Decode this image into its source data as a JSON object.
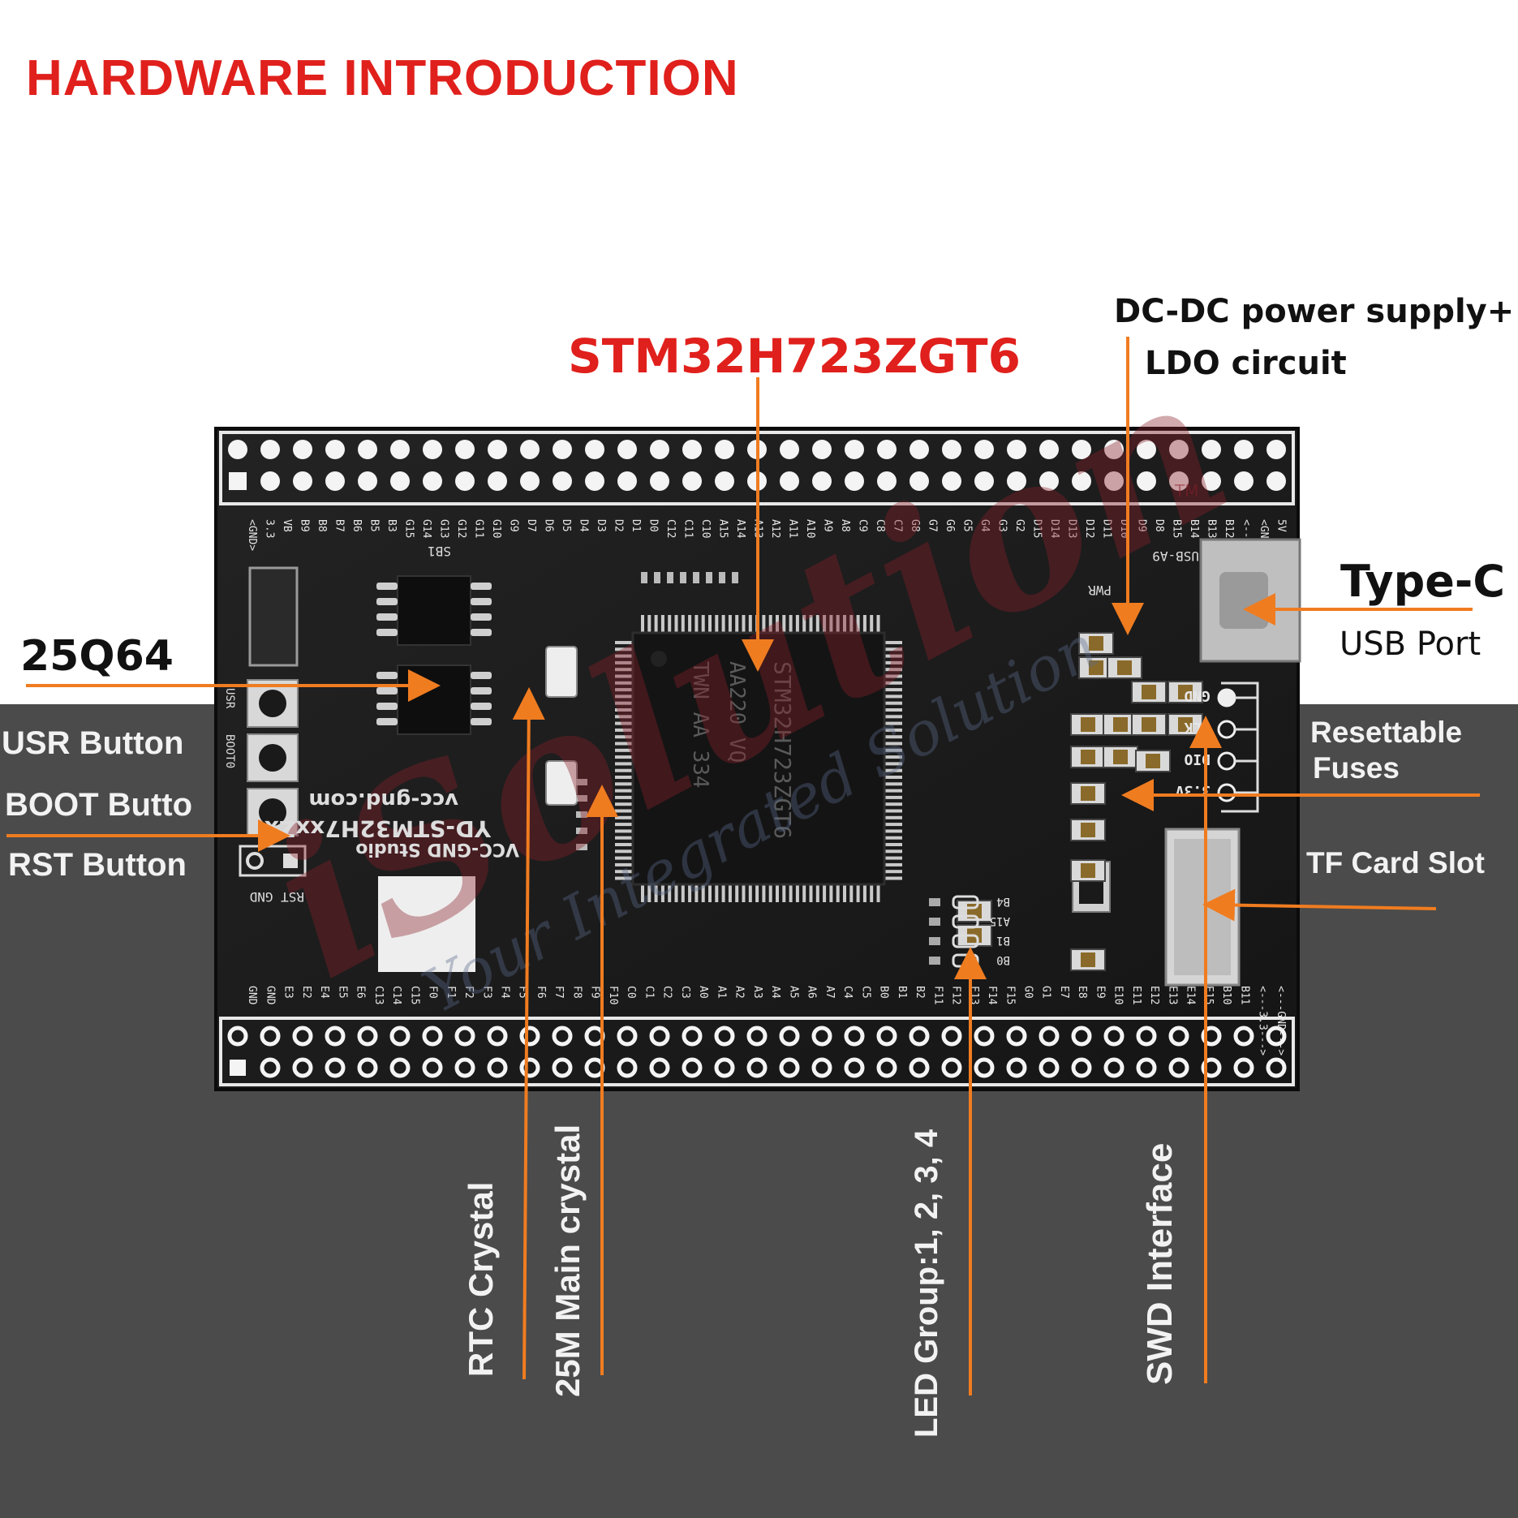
{
  "title": "HARDWARE INTRODUCTION",
  "mcu_label": "STM32H723ZGT6",
  "callouts": {
    "dcdc_line1": "DC-DC power supply+",
    "dcdc_line2": "LDO circuit",
    "typec_line1": "Type-C",
    "typec_line2": "USB Port",
    "flash": "25Q64",
    "usr_button": "USR Button",
    "boot_button": "BOOT Butto",
    "rst_button": "RST Button",
    "fuses_line1": "Resettable",
    "fuses_line2": "Fuses",
    "tf_card": "TF Card Slot",
    "rtc_crystal": "RTC Crystal",
    "main_crystal": "25M Main crystal",
    "led_group": "LED Group:1, 2, 3, 4",
    "swd": "SWD Interface"
  },
  "board_silkscreen": {
    "model": "YD-STM32H7xxZx",
    "website": "vcc-gnd.com",
    "studio": "VCC-GND Studio",
    "chip_text": "STM32H723ZGT6",
    "usb_label": "USB-A9",
    "pwr": "PWR",
    "sb1": "SB1",
    "usr": "USR",
    "boot0": "BOOT0",
    "rst_gnd": "RST GND",
    "swd_pins": [
      "GND",
      "CLK",
      "DIO",
      "3.3V"
    ],
    "led_pins": [
      "B4",
      "A15",
      "B1",
      "B0"
    ],
    "top_pins": [
      "<GND>",
      "3.3",
      "VB",
      "B9",
      "B8",
      "B7",
      "B6",
      "B5",
      "B3",
      "G15",
      "G14",
      "G13",
      "G12",
      "G11",
      "G10",
      "G9",
      "D7",
      "D6",
      "D5",
      "D4",
      "D3",
      "D2",
      "D1",
      "D0",
      "C12",
      "C11",
      "C10",
      "A15",
      "A14",
      "A13",
      "A12",
      "A11",
      "A10",
      "A9",
      "A8",
      "C9",
      "C8",
      "C7",
      "G8",
      "G7",
      "G6",
      "G5",
      "G4",
      "G3",
      "G2",
      "D15",
      "D14",
      "D13",
      "D12",
      "D11",
      "D10",
      "D9",
      "D8",
      "B15",
      "B14",
      "B13",
      "B12",
      "<---GND--->",
      "<GND>",
      "5V"
    ],
    "bottom_pins": [
      "GND",
      "GND",
      "E3",
      "E2",
      "E4",
      "E5",
      "E6",
      "C13",
      "C14",
      "C15",
      "F0",
      "F1",
      "F2",
      "F3",
      "F4",
      "F5",
      "F6",
      "F7",
      "F8",
      "F9",
      "F10",
      "C0",
      "C1",
      "C2",
      "C3",
      "A0",
      "A1",
      "A2",
      "A3",
      "A4",
      "A5",
      "A6",
      "A7",
      "C4",
      "C5",
      "B0",
      "B1",
      "B2",
      "F11",
      "F12",
      "F13",
      "F14",
      "F15",
      "G0",
      "G1",
      "E7",
      "E8",
      "E9",
      "E10",
      "E11",
      "E12",
      "E13",
      "E14",
      "E15",
      "B10",
      "B11",
      "<---3.3--->",
      "<---GND--->"
    ]
  },
  "watermark": {
    "brand": "iSolution",
    "tagline": "Your Integrated Solution",
    "tm": "TM"
  },
  "colors": {
    "title_red": "#e0201c",
    "arrow_orange": "#f07c20",
    "board_black": "#1c1c1c",
    "lower_gray": "#4b4b4b"
  }
}
